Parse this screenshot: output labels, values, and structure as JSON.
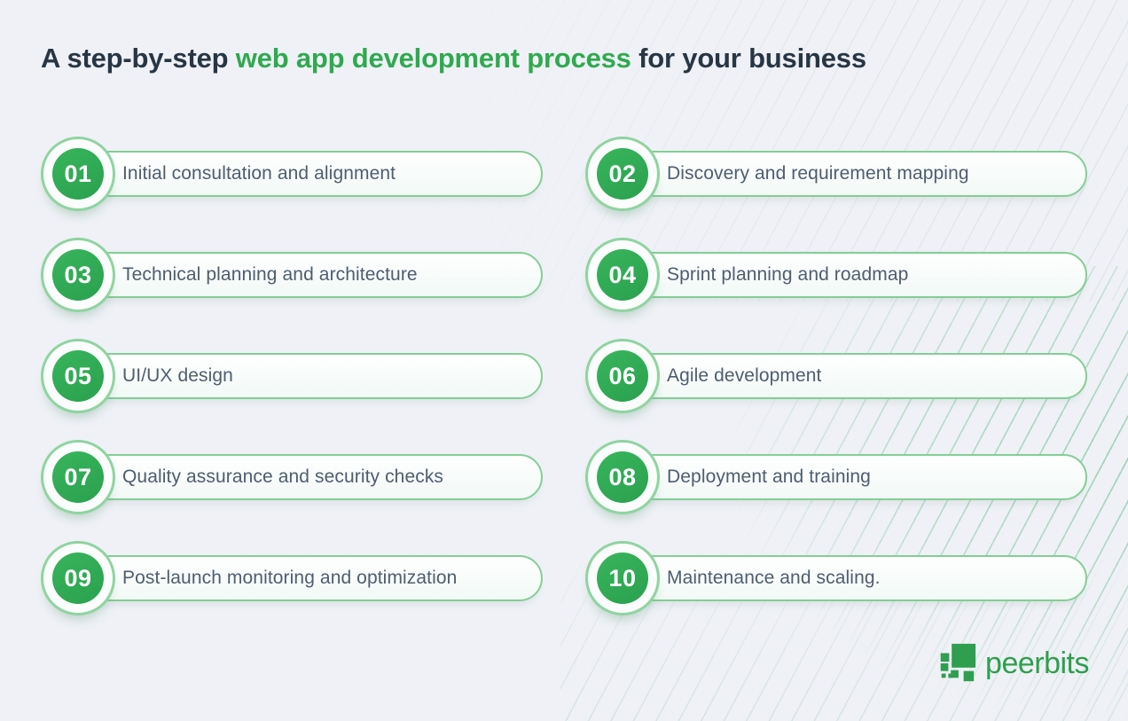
{
  "title": {
    "prefix": "A step-by-step ",
    "highlight": "web app development process",
    "suffix": " for your business"
  },
  "steps": [
    {
      "number": "01",
      "label": "Initial consultation and alignment"
    },
    {
      "number": "02",
      "label": "Discovery and requirement mapping"
    },
    {
      "number": "03",
      "label": "Technical planning and architecture"
    },
    {
      "number": "04",
      "label": "Sprint planning and roadmap"
    },
    {
      "number": "05",
      "label": "UI/UX design"
    },
    {
      "number": "06",
      "label": "Agile development"
    },
    {
      "number": "07",
      "label": "Quality assurance and security checks"
    },
    {
      "number": "08",
      "label": "Deployment and training"
    },
    {
      "number": "09",
      "label": "Post-launch monitoring and optimization"
    },
    {
      "number": "10",
      "label": "Maintenance and scaling."
    }
  ],
  "footer": {
    "brand": "peerbits",
    "logo_icon": "peerbits-pixel-mark"
  },
  "colors": {
    "background": "#eff1f6",
    "title_dark": "#273645",
    "accent_green": "#2fa94f",
    "badge_green": "#30a853",
    "pill_border": "#84ce96",
    "pill_text": "#4d5e70",
    "brand_green": "#2f9e4e",
    "stripe_green": "#50b674"
  }
}
